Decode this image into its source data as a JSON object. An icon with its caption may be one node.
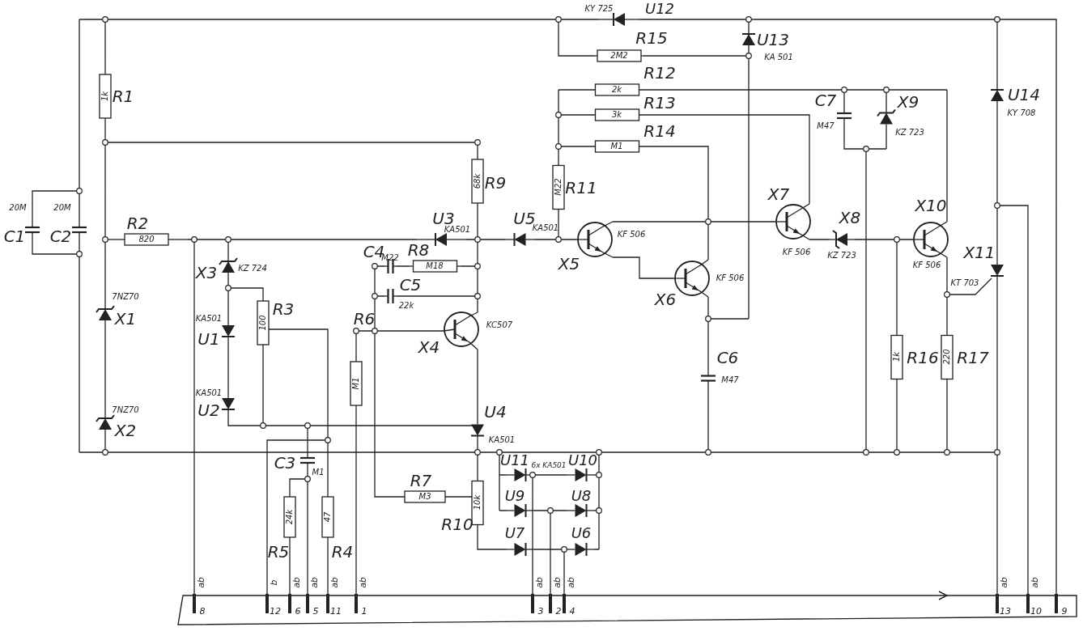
{
  "diagram": {
    "labels": [
      "KY 725",
      "U12",
      "R15",
      "U13",
      "2M2",
      "KA 501",
      "R12",
      "1k",
      "R1",
      "2k",
      "R13",
      "C7",
      "X9",
      "U14",
      "3k",
      "KY 708",
      "R14",
      "M47",
      "KZ 723",
      "M1",
      "68k",
      "R9",
      "M22",
      "R11",
      "X7",
      "20M",
      "20M",
      "X10",
      "R2",
      "U3",
      "KA501",
      "U5",
      "KA501",
      "X8",
      "C1",
      "C2",
      "820",
      "KF 506",
      "C4",
      "M22",
      "R8",
      "KF 506",
      "KZ 723",
      "X11",
      "X3",
      "KZ 724",
      "M18",
      "X5",
      "KF 506",
      "C5",
      "KF 506",
      "KT 703",
      "7NZ70",
      "R3",
      "22k",
      "X6",
      "X1",
      "KA501",
      "100",
      "R6",
      "KC507",
      "U1",
      "X4",
      "C6",
      "1k",
      "R16",
      "220",
      "R17",
      "M1",
      "M47",
      "KA501",
      "7NZ70",
      "U2",
      "U4",
      "X2",
      "KA501",
      "C3",
      "U11",
      "6x KA501",
      "U10",
      "M1",
      "R7",
      "M3",
      "10k",
      "U9",
      "U8",
      "24k",
      "47",
      "R10",
      "U7",
      "U6",
      "R5",
      "R4",
      "ab",
      "b",
      "ab",
      "ab",
      "ab",
      "ab",
      "ab",
      "ab",
      "ab",
      "ab",
      "ab",
      "8",
      "12",
      "6",
      "5",
      "11",
      "1",
      "3",
      "2",
      "4",
      "13",
      "10",
      "9"
    ]
  }
}
